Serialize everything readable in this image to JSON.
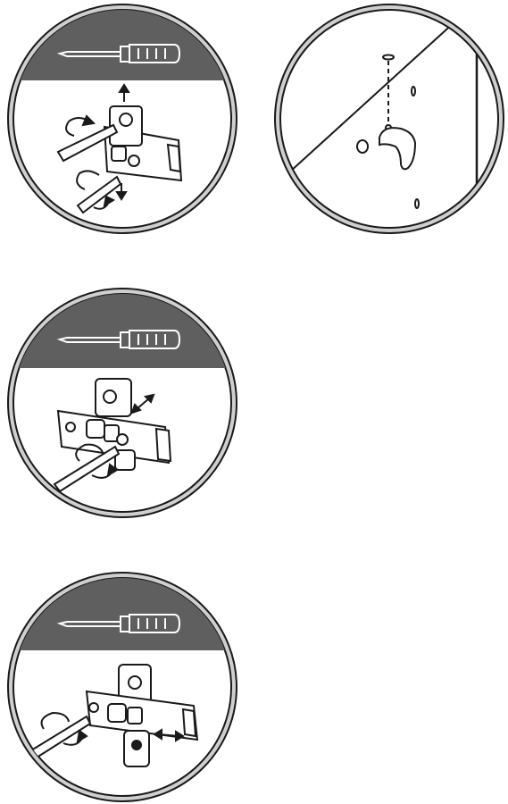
{
  "page": {
    "background": "#ffffff"
  },
  "colors": {
    "ring": "#cfcfcf",
    "ring_outline": "#1a1a1a",
    "tool_band": "#5f5f5f",
    "tool_outline": "#ffffff",
    "line": "#1a1a1a",
    "fill": "#ffffff"
  },
  "panels": [
    {
      "id": "hinge-vertical-adjust",
      "tool": "screwdriver-icon",
      "arrows": "up-down"
    },
    {
      "id": "shelf-support-insert",
      "tool": "",
      "arrows": "none"
    },
    {
      "id": "hinge-depth-adjust",
      "tool": "screwdriver-icon",
      "arrows": "diagonal"
    },
    {
      "id": "hinge-side-adjust",
      "tool": "screwdriver-icon",
      "arrows": "left-right"
    }
  ]
}
